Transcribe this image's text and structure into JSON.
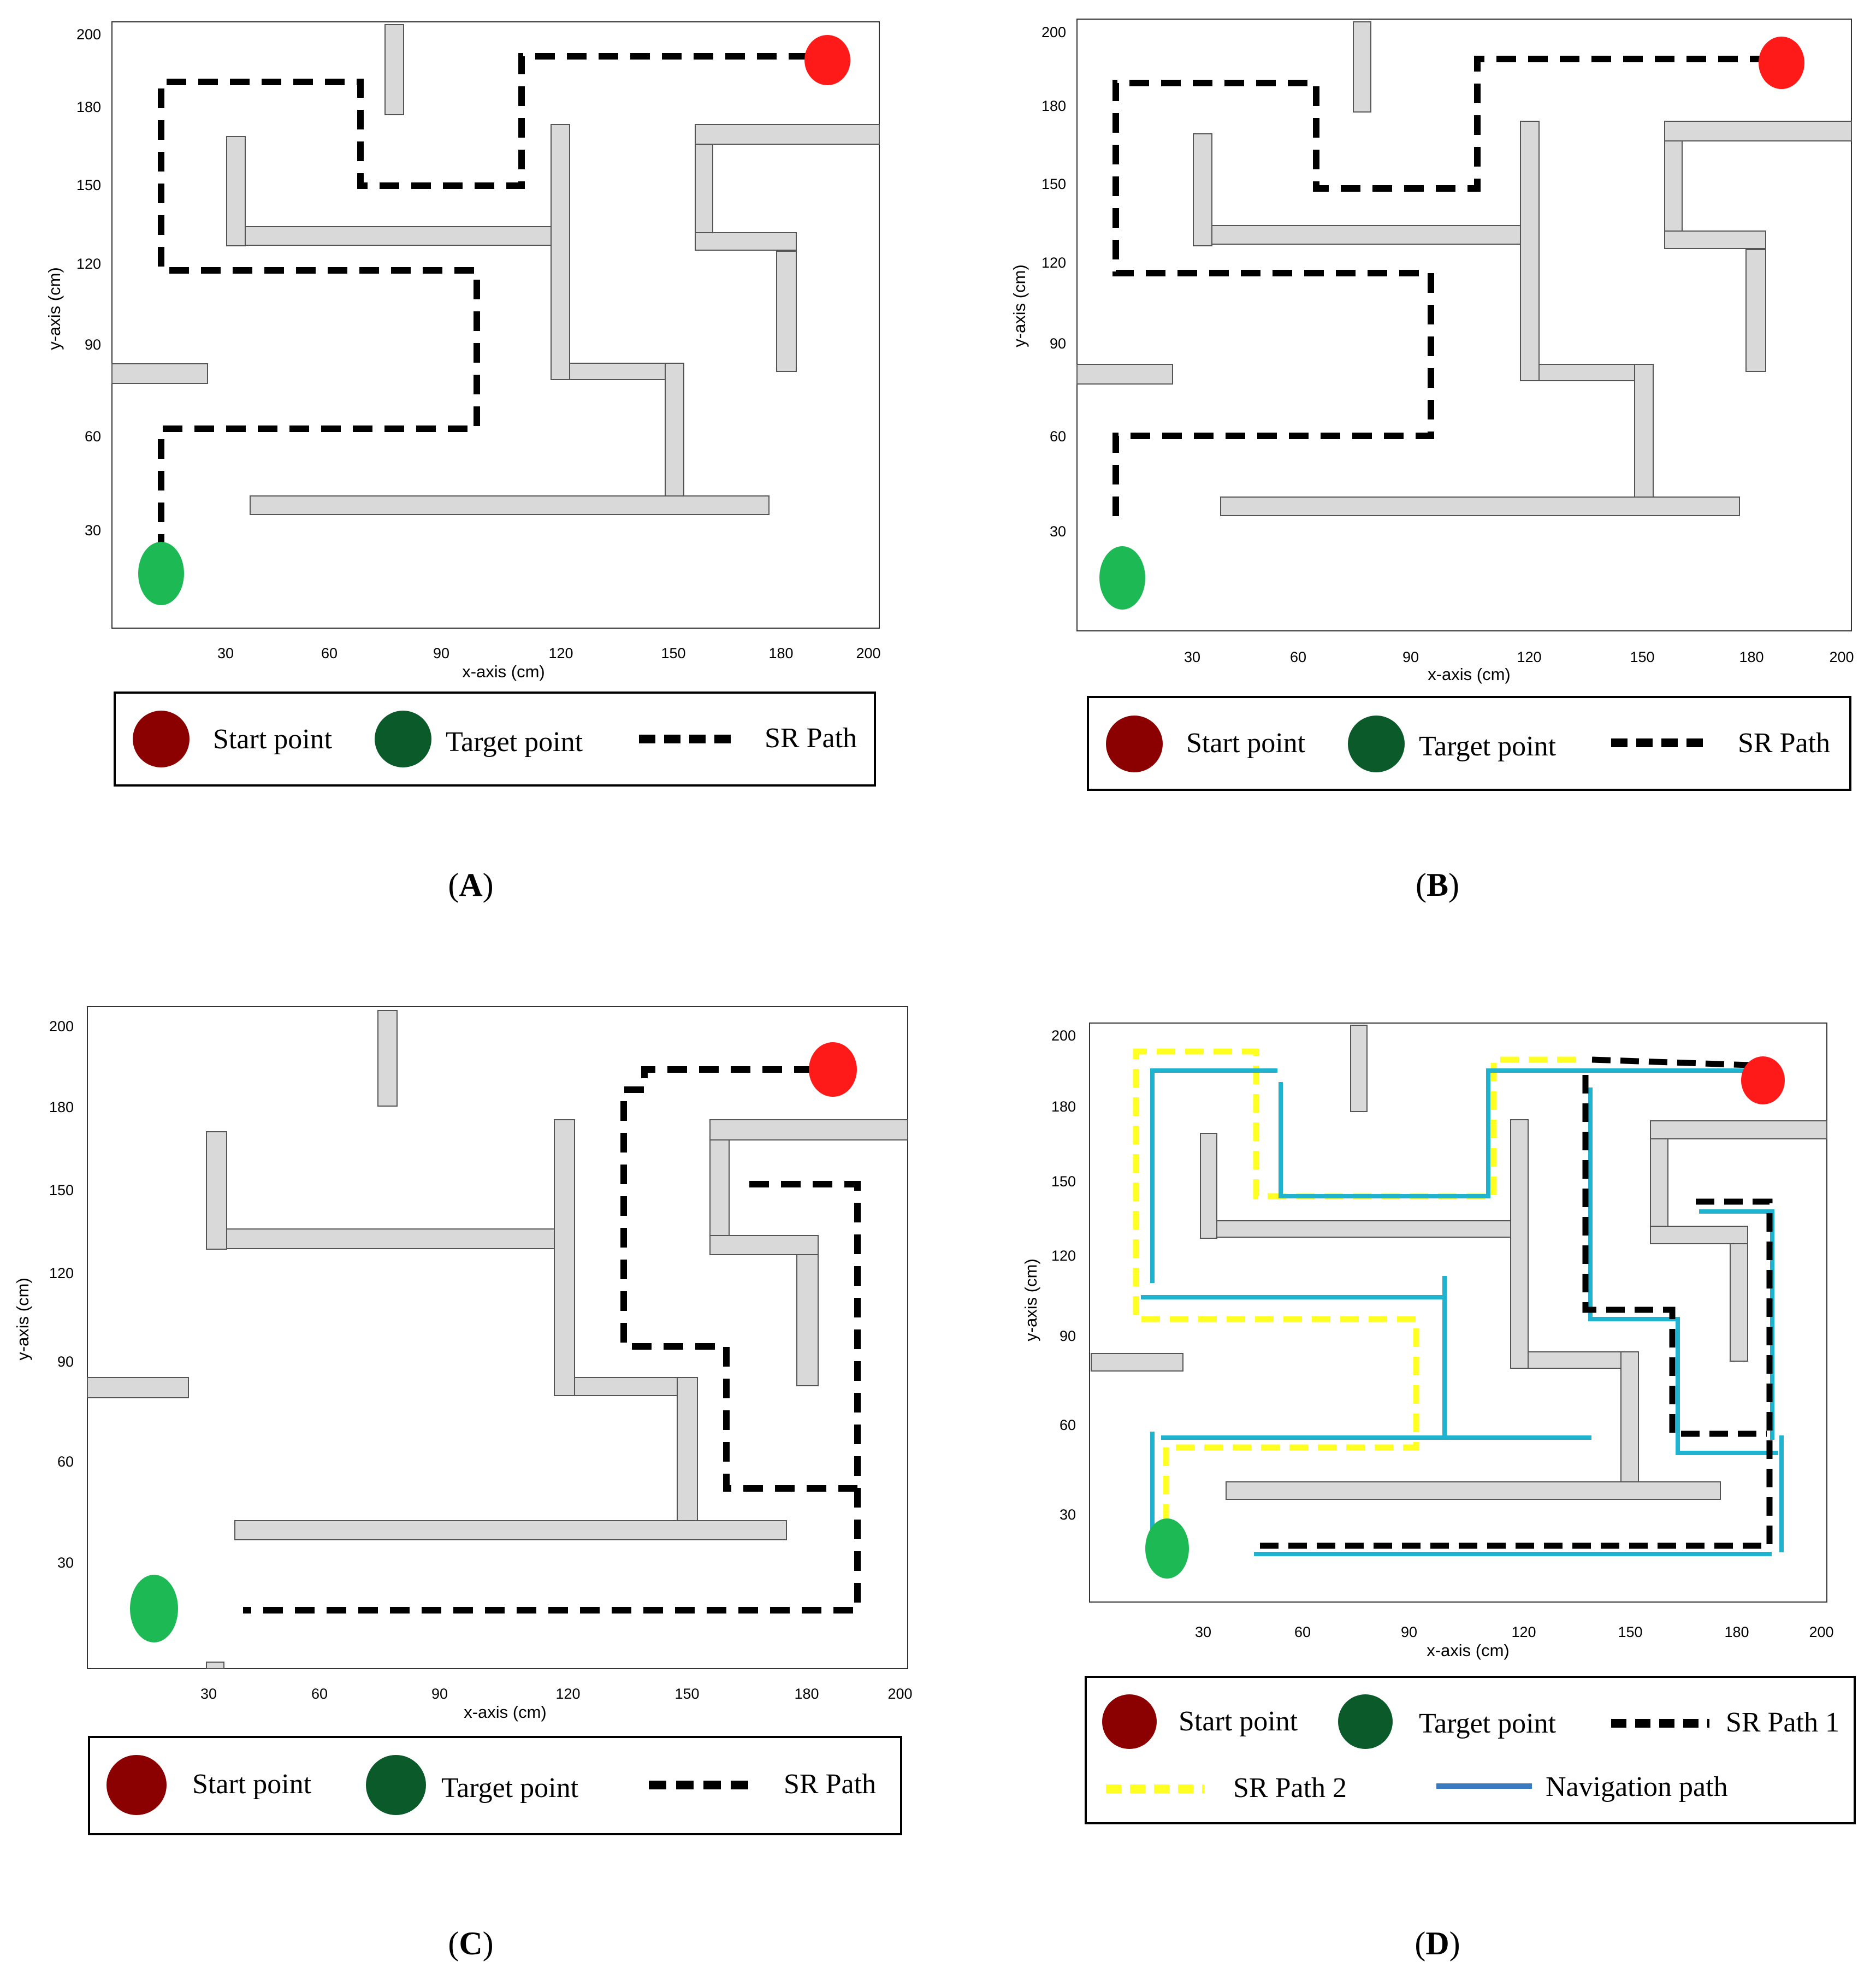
{
  "panels": [
    {
      "id": "A",
      "caption_open": "(",
      "caption_letter": "A",
      "caption_close": ")",
      "x_ticks": [
        "30",
        "60",
        "90",
        "120",
        "150",
        "180",
        "200"
      ],
      "y_ticks": [
        "200",
        "180",
        "150",
        "120",
        "90",
        "60",
        "30"
      ],
      "xlabel": "x-axis (cm)",
      "ylabel": "y-axis (cm)",
      "legend": [
        "Start point",
        "Target point",
        "SR Path"
      ]
    },
    {
      "id": "B",
      "caption_open": "(",
      "caption_letter": "B",
      "caption_close": ")",
      "x_ticks": [
        "30",
        "60",
        "90",
        "120",
        "150",
        "180",
        "200"
      ],
      "y_ticks": [
        "200",
        "180",
        "150",
        "120",
        "90",
        "60",
        "30"
      ],
      "xlabel": "x-axis (cm)",
      "ylabel": "y-axis (cm)",
      "legend": [
        "Start point",
        "Target point",
        "SR Path"
      ]
    },
    {
      "id": "C",
      "caption_open": "(",
      "caption_letter": "C",
      "caption_close": ")",
      "x_ticks": [
        "30",
        "60",
        "90",
        "120",
        "150",
        "180",
        "200"
      ],
      "y_ticks": [
        "200",
        "180",
        "150",
        "120",
        "90",
        "60",
        "30"
      ],
      "xlabel": "x-axis (cm)",
      "ylabel": "y-axis (cm)",
      "legend": [
        "Start point",
        "Target point",
        "SR Path"
      ]
    },
    {
      "id": "D",
      "caption_open": "(",
      "caption_letter": "D",
      "caption_close": ")",
      "x_ticks": [
        "30",
        "60",
        "90",
        "120",
        "150",
        "180",
        "200"
      ],
      "y_ticks": [
        "200",
        "180",
        "150",
        "120",
        "90",
        "60",
        "30"
      ],
      "xlabel": "x-axis (cm)",
      "ylabel": "y-axis (cm)",
      "legend": [
        "Start point",
        "Target point",
        "SR Path 1",
        "SR Path 2",
        "Navigation path"
      ]
    }
  ],
  "colors": {
    "start_marker": "#ff1a1a",
    "target_marker": "#1db954",
    "legend_start": "#8b0000",
    "legend_target": "#0b5a2a",
    "sr_path": "#000000",
    "sr_path_2": "#ffff22",
    "navigation_path": "#1fb3cf",
    "navigation_legend": "#3a7bbf",
    "wall_fill": "#d9d9d9"
  }
}
